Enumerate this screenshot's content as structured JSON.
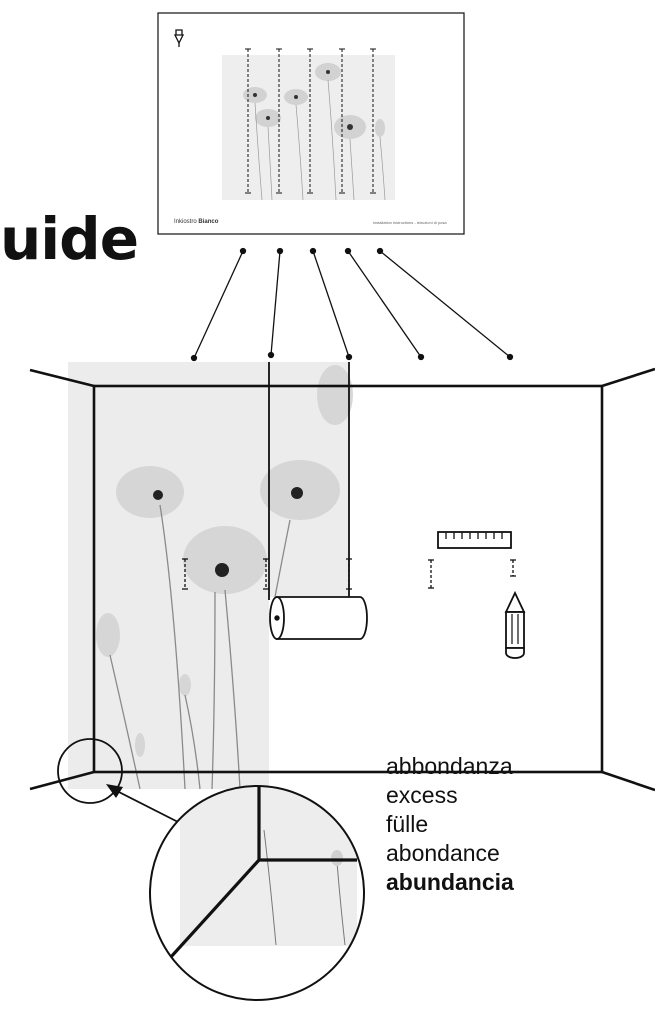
{
  "title": "uide",
  "sheet": {
    "brand": "Inkiostro",
    "collection": "Bianco",
    "note": "installation instructions - istruzioni di posa"
  },
  "icons": {
    "logo": "pen-nib-icon",
    "ruler": "ruler-icon",
    "pencil": "pencil-icon",
    "roller": "paste-roller-icon"
  },
  "languages": [
    {
      "text": "abbondanza",
      "bold": false
    },
    {
      "text": "excess",
      "bold": false
    },
    {
      "text": "fülle",
      "bold": false
    },
    {
      "text": "abondance",
      "bold": false
    },
    {
      "text": "abundancia",
      "bold": true
    }
  ],
  "colors": {
    "stroke": "#111111",
    "wallpaper": "#ececec",
    "poppy": "#d6d6d6"
  }
}
